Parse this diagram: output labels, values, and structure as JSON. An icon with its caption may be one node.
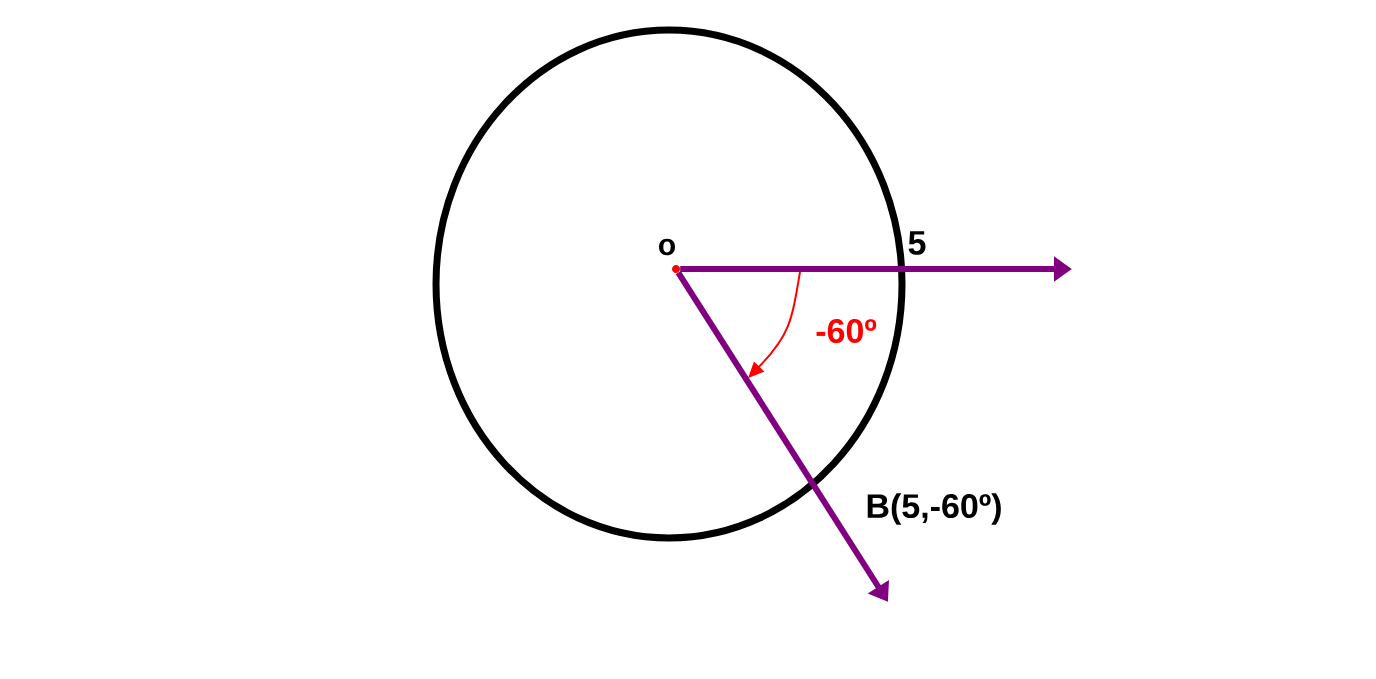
{
  "diagram": {
    "nodes": [
      {
        "text": [],
        "shape": "circle"
      },
      {
        "text": [],
        "shape": "circle",
        "beside": [
          "o"
        ],
        "in": 0
      }
    ],
    "edges": [
      {
        "from": 1,
        "to": null,
        "arrow": "to"
      },
      {
        "from": 1,
        "to": null,
        "arrow": "to"
      }
    ],
    "labels": [
      "5",
      "-60º",
      "B(5,-60º)"
    ]
  }
}
